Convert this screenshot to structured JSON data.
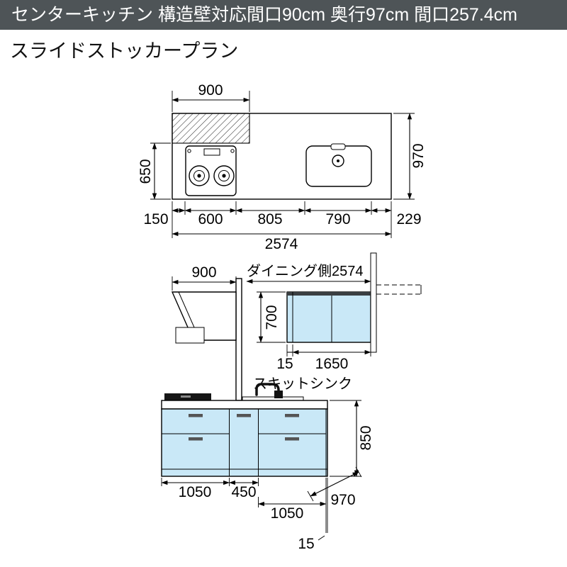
{
  "header": {
    "title": "センターキッチン 構造壁対応間口90cm 奥行97cm 間口257.4cm"
  },
  "subtitle": "スライドストッカープラン",
  "colors": {
    "header_bg": "#4e5457",
    "cabinet_blue": "#c9e8f7",
    "line": "#000000"
  },
  "plan_view": {
    "dim_wall_width": "900",
    "dim_depth_front": "650",
    "dim_depth_total": "970",
    "dim_seg1": "150",
    "dim_seg2": "600",
    "dim_seg3": "805",
    "dim_seg4": "790",
    "dim_seg5": "229",
    "dim_total_width": "2574"
  },
  "side_view": {
    "dim_hood_width": "900",
    "dining_side_label": "ダイニング側2574",
    "dim_wall_cabinet_height": "700",
    "dim_filler": "15",
    "dim_wall_cabinet_width": "1650",
    "sink_label": "スキットシンク"
  },
  "front_view": {
    "dim_height": "850",
    "dim_left_cabinet": "1050",
    "dim_middle_cabinet": "450",
    "dim_right_cabinet": "1050",
    "dim_depth": "970",
    "dim_end_panel": "15"
  }
}
